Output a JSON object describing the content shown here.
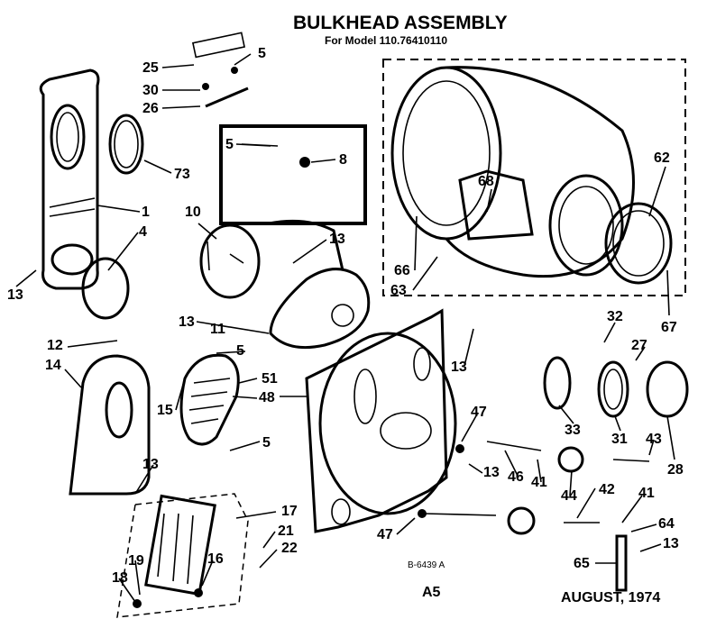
{
  "title": "BULKHEAD ASSEMBLY",
  "subtitle": "For Model 110.76410110",
  "footer": {
    "code": "B-6439 A",
    "page": "A5",
    "date": "AUGUST, 1974"
  },
  "callouts": [
    {
      "id": "c1",
      "text": "25"
    },
    {
      "id": "c2",
      "text": "5"
    },
    {
      "id": "c3",
      "text": "30"
    },
    {
      "id": "c4",
      "text": "26"
    },
    {
      "id": "c5",
      "text": "73"
    },
    {
      "id": "c6",
      "text": "1"
    },
    {
      "id": "c7",
      "text": "4"
    },
    {
      "id": "c8",
      "text": "13"
    },
    {
      "id": "c9",
      "text": "5"
    },
    {
      "id": "c10",
      "text": "8"
    },
    {
      "id": "c11",
      "text": "10"
    },
    {
      "id": "c12",
      "text": "13"
    },
    {
      "id": "c13",
      "text": "68"
    },
    {
      "id": "c14",
      "text": "62"
    },
    {
      "id": "c15",
      "text": "66"
    },
    {
      "id": "c16",
      "text": "63"
    },
    {
      "id": "c17",
      "text": "67"
    },
    {
      "id": "c18",
      "text": "13"
    },
    {
      "id": "c19",
      "text": "11"
    },
    {
      "id": "c20",
      "text": "12"
    },
    {
      "id": "c21",
      "text": "14"
    },
    {
      "id": "c22",
      "text": "5"
    },
    {
      "id": "c23",
      "text": "15"
    },
    {
      "id": "c24",
      "text": "51"
    },
    {
      "id": "c25",
      "text": "48"
    },
    {
      "id": "c26",
      "text": "5"
    },
    {
      "id": "c27",
      "text": "13"
    },
    {
      "id": "c28",
      "text": "32"
    },
    {
      "id": "c29",
      "text": "27"
    },
    {
      "id": "c30",
      "text": "33"
    },
    {
      "id": "c31",
      "text": "31"
    },
    {
      "id": "c32",
      "text": "43"
    },
    {
      "id": "c33",
      "text": "28"
    },
    {
      "id": "c34",
      "text": "47"
    },
    {
      "id": "c35",
      "text": "13"
    },
    {
      "id": "c36",
      "text": "46"
    },
    {
      "id": "c37",
      "text": "41"
    },
    {
      "id": "c38",
      "text": "44"
    },
    {
      "id": "c39",
      "text": "42"
    },
    {
      "id": "c40",
      "text": "41"
    },
    {
      "id": "c41",
      "text": "47"
    },
    {
      "id": "c42",
      "text": "13"
    },
    {
      "id": "c43",
      "text": "17"
    },
    {
      "id": "c44",
      "text": "21"
    },
    {
      "id": "c45",
      "text": "22"
    },
    {
      "id": "c46",
      "text": "19"
    },
    {
      "id": "c47",
      "text": "16"
    },
    {
      "id": "c48",
      "text": "18"
    },
    {
      "id": "c49",
      "text": "64"
    },
    {
      "id": "c50",
      "text": "13"
    },
    {
      "id": "c51",
      "text": "65"
    }
  ]
}
